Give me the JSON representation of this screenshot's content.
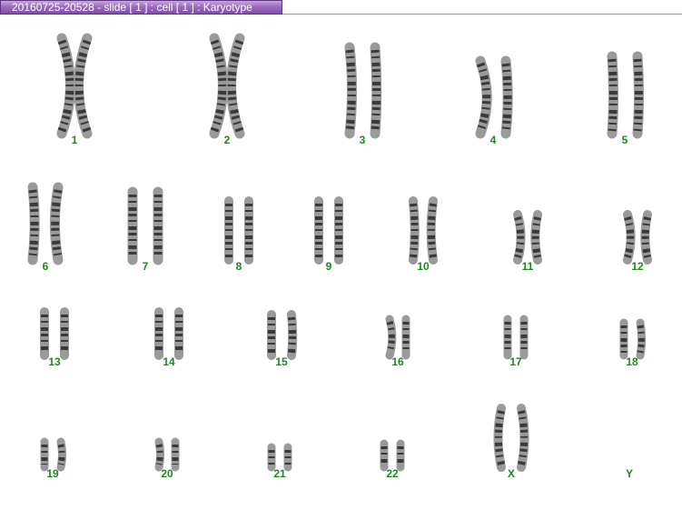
{
  "window": {
    "title": "20160725-20528 - slide [ 1 ] : cell [ 1 ] : Karyotype"
  },
  "colors": {
    "label": "#1a8a1a",
    "title_bar": "#9c6cc0",
    "chromosome": "#3a3a3a"
  },
  "karyotype": {
    "chromosomes": [
      {
        "label": "1"
      },
      {
        "label": "2"
      },
      {
        "label": "3"
      },
      {
        "label": "4"
      },
      {
        "label": "5"
      },
      {
        "label": "6"
      },
      {
        "label": "7"
      },
      {
        "label": "8"
      },
      {
        "label": "9"
      },
      {
        "label": "10"
      },
      {
        "label": "11"
      },
      {
        "label": "12"
      },
      {
        "label": "13"
      },
      {
        "label": "14"
      },
      {
        "label": "15"
      },
      {
        "label": "16"
      },
      {
        "label": "17"
      },
      {
        "label": "18"
      },
      {
        "label": "19"
      },
      {
        "label": "20"
      },
      {
        "label": "21"
      },
      {
        "label": "22"
      },
      {
        "label": "X"
      },
      {
        "label": "Y"
      }
    ]
  }
}
